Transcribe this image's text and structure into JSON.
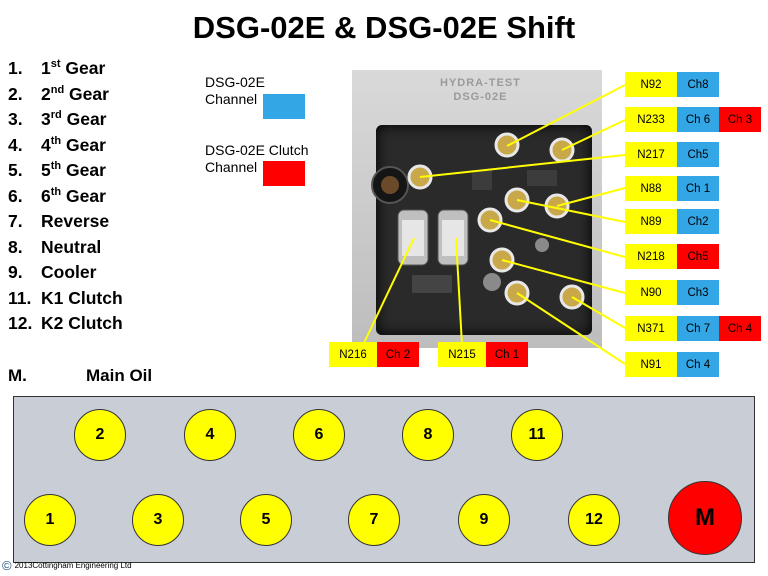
{
  "title": "DSG-02E & DSG-02E Shift",
  "gear_list": [
    {
      "num": "1.",
      "pre": "1",
      "sup": "st",
      "post": " Gear"
    },
    {
      "num": "2.",
      "pre": "2",
      "sup": "nd",
      "post": " Gear"
    },
    {
      "num": "3.",
      "pre": "3",
      "sup": "rd",
      "post": " Gear"
    },
    {
      "num": "4.",
      "pre": "4",
      "sup": "th",
      "post": " Gear"
    },
    {
      "num": "5.",
      "pre": "5",
      "sup": "th",
      "post": " Gear"
    },
    {
      "num": "6.",
      "pre": "6",
      "sup": "th",
      "post": " Gear"
    },
    {
      "num": "7.",
      "pre": "Reverse",
      "sup": "",
      "post": ""
    },
    {
      "num": "8.",
      "pre": "Neutral",
      "sup": "",
      "post": ""
    },
    {
      "num": "9.",
      "pre": "Cooler",
      "sup": "",
      "post": ""
    },
    {
      "num": "11.",
      "pre": "K1 Clutch",
      "sup": "",
      "post": ""
    },
    {
      "num": "12.",
      "pre": "K2 Clutch",
      "sup": "",
      "post": ""
    }
  ],
  "legend": {
    "shift_line1": "DSG-02E",
    "shift_line2": "Channel",
    "clutch_line1": "DSG-02E Clutch",
    "clutch_line2": "Channel",
    "shift_color": "#33a6e6",
    "clutch_color": "#ff0000"
  },
  "photo": {
    "plate_line1": "HYDRA-TEST",
    "plate_line2": "DSG-02E"
  },
  "solenoids": {
    "n92": {
      "name": "N92",
      "ch": "Ch8"
    },
    "n233": {
      "name": "N233",
      "ch": "Ch 6",
      "ch2": "Ch 3"
    },
    "n217": {
      "name": "N217",
      "ch": "Ch5"
    },
    "n88": {
      "name": "N88",
      "ch": "Ch 1"
    },
    "n89": {
      "name": "N89",
      "ch": "Ch2"
    },
    "n218": {
      "name": "N218",
      "ch2": "Ch5"
    },
    "n90": {
      "name": "N90",
      "ch": "Ch3"
    },
    "n371": {
      "name": "N371",
      "ch": "Ch 7",
      "ch2": "Ch 4"
    },
    "n91": {
      "name": "N91",
      "ch": "Ch 4"
    },
    "n216": {
      "name": "N216",
      "ch2": "Ch 2"
    },
    "n215": {
      "name": "N215",
      "ch2": "Ch 1"
    }
  },
  "bottom": {
    "m_label": "M.",
    "m_desc": "Main Oil"
  },
  "ports": {
    "p1": "1",
    "p2": "2",
    "p3": "3",
    "p4": "4",
    "p5": "5",
    "p6": "6",
    "p7": "7",
    "p8": "8",
    "p9": "9",
    "p11": "11",
    "p12": "12",
    "m": "M"
  },
  "copyright": {
    "symbol": "©",
    "text": "2013Cottingham Engineering Ltd"
  }
}
